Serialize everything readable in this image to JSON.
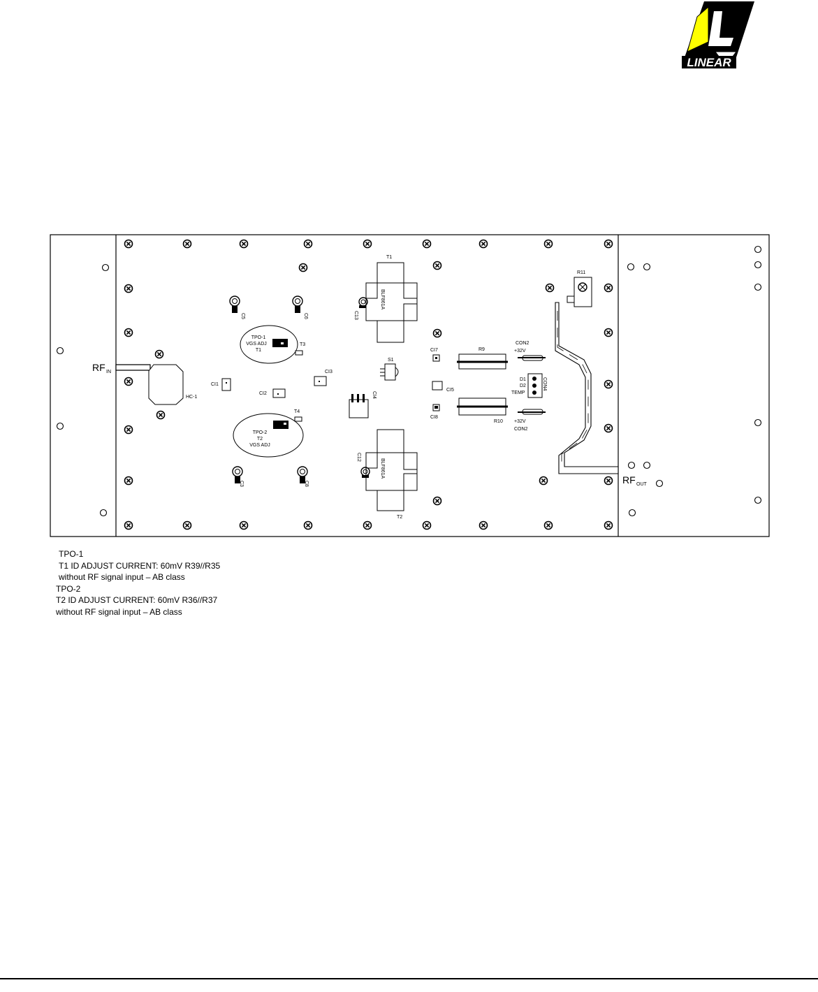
{
  "logo": {
    "text": "LINEAR",
    "colors": {
      "yellow": "#ffff00",
      "black": "#000000"
    }
  },
  "board": {
    "rf_in": {
      "main": "RF",
      "sub": "IN"
    },
    "rf_out": {
      "main": "RF",
      "sub": "OUT"
    },
    "labels": {
      "t1": "T1",
      "t2": "T2",
      "t3": "T3",
      "t4": "T4",
      "tpo1_line1": "TPO-1",
      "tpo1_line2": "VGS ADJ",
      "tpo1_line3": "T1",
      "tpo2_line1": "TPO-2",
      "tpo2_line2": "T2",
      "tpo2_line3": "VGS ADJ",
      "c5": "C5",
      "c6": "C6",
      "c3": "C3",
      "c8": "C8",
      "c13": "C13",
      "c12": "C12",
      "transistor_top": "BLF861A",
      "transistor_bottom": "BLF861A",
      "ci1": "CI1",
      "ci2": "CI2",
      "ci3": "CI3",
      "ci4": "CI4",
      "ci5": "CI5",
      "ci7": "CI7",
      "ci8": "CI8",
      "hc1": "HC-1",
      "s1": "S1",
      "r9": "R9",
      "r10": "R10",
      "r11": "R11",
      "con2_top": "CON2",
      "v32_top": "+32V",
      "con2_bottom": "CON2",
      "v32_bottom": "+32V",
      "d1": "D1",
      "d2": "D2",
      "temp": "TEMP",
      "con4": "CON4"
    }
  },
  "notes": [
    "TPO-1",
    "T1 ID ADJUST CURRENT: 60mV R39//R35",
    "without RF signal input – AB class",
    "TPO-2",
    "T2 ID ADJUST CURRENT: 60mV R36//R37",
    "without RF signal input – AB class"
  ]
}
